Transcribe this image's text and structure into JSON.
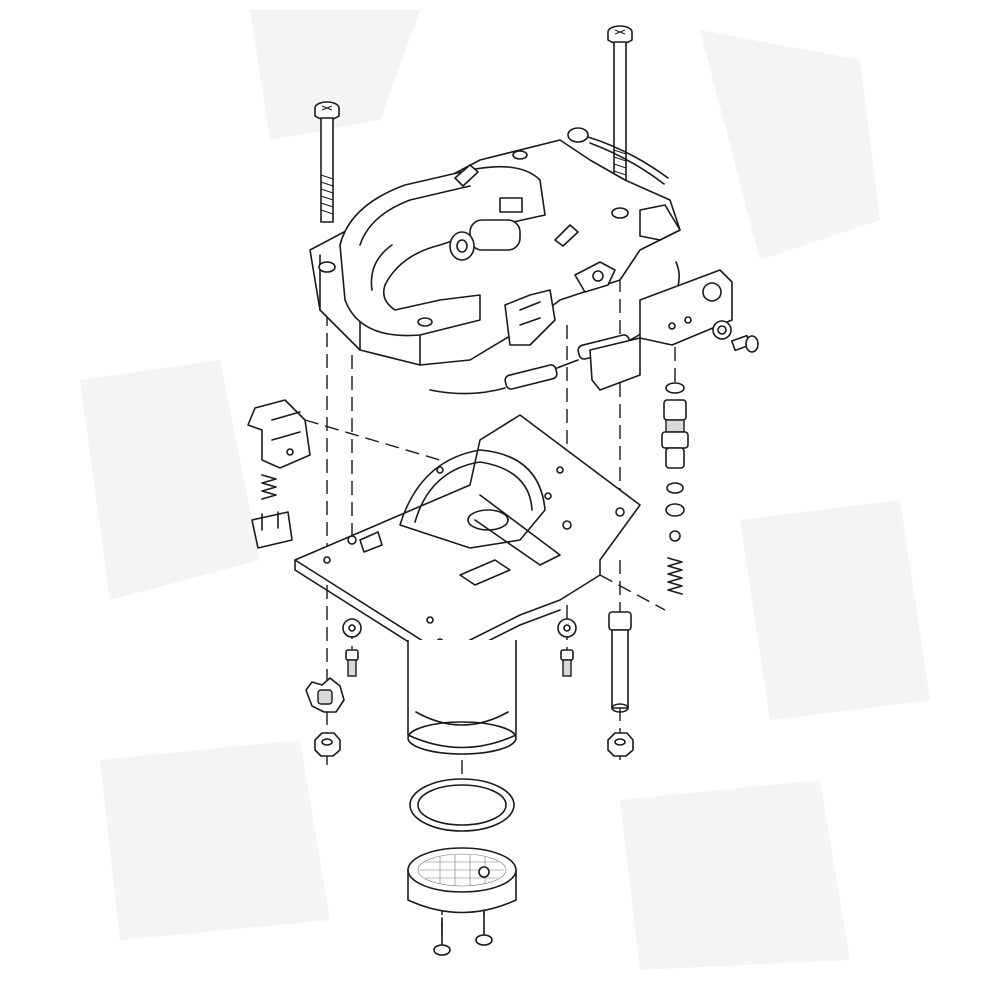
{
  "figure": {
    "type": "exploded-parts-diagram",
    "parts": [
      "long-screw-left",
      "long-screw-right",
      "upper-housing",
      "thermal-fuse-wire",
      "mounting-bracket",
      "small-screw",
      "star-washer",
      "valve-stem-assembly",
      "left-clip-bracket",
      "spring",
      "small-clip",
      "mounting-plate",
      "motor-canister",
      "screw",
      "coupling",
      "hex-nut",
      "gasket-ring",
      "strainer-cup",
      "bottom-screw"
    ]
  }
}
